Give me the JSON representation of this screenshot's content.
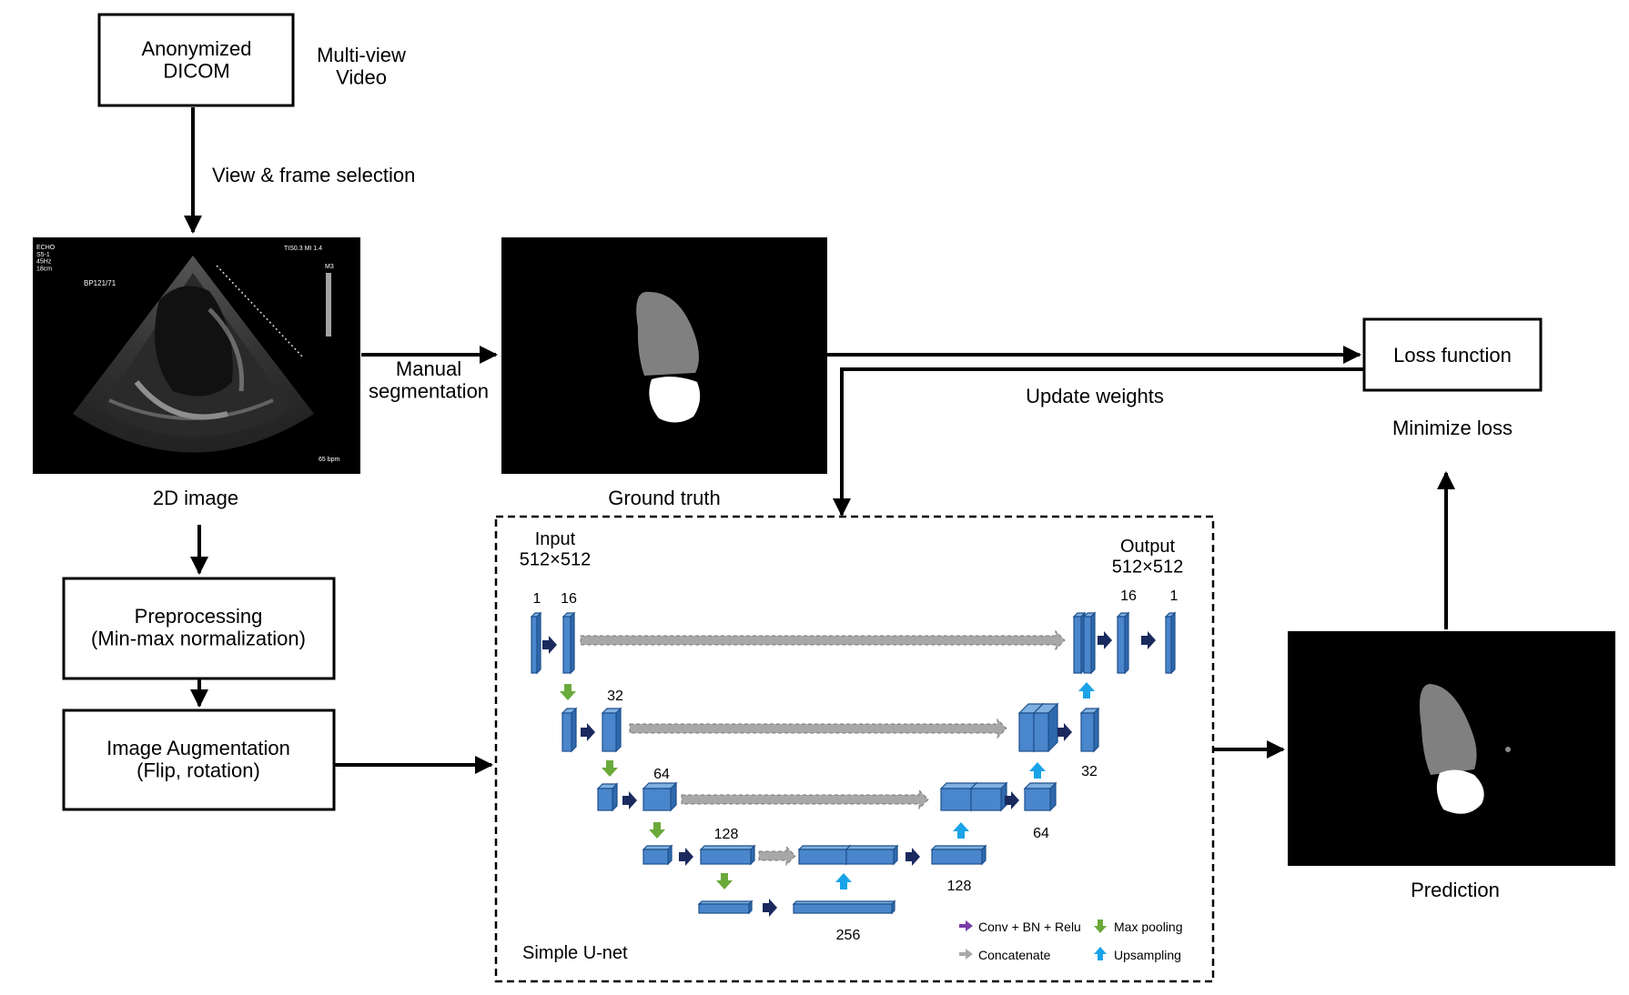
{
  "nodes": {
    "dicom": "Anonymized\nDICOM",
    "multiview": "Multi-view\nVideo",
    "view_selection": "View & frame selection",
    "image_2d": "2D image",
    "manual_seg": "Manual\nsegmentation",
    "ground_truth": "Ground truth",
    "loss_function": "Loss function",
    "minimize_loss": "Minimize loss",
    "update_weights": "Update weights",
    "preprocessing": "Preprocessing\n(Min-max normalization)",
    "augmentation": "Image Augmentation\n(Flip, rotation)",
    "prediction": "Prediction"
  },
  "unet": {
    "input": "Input\n512×512",
    "output": "Output\n512×512",
    "title": "Simple U-net",
    "channels": {
      "in1": "1",
      "in16": "16",
      "c32": "32",
      "c64": "64",
      "c128": "128",
      "c256": "256",
      "up128": "128",
      "up64": "64",
      "up32": "32",
      "out16": "16",
      "out1": "1"
    },
    "legend": {
      "conv": "Conv + BN + Relu",
      "maxpool": "Max pooling",
      "concat": "Concatenate",
      "upsample": "Upsampling"
    }
  },
  "echo": {
    "tl": "ECHO\nS5-1\n45Hz\n18cm",
    "bp": "BP121/71",
    "tis": "TIS0.3   MI 1.4",
    "m3": "M3",
    "bpm": "65 bpm"
  },
  "colors": {
    "block": "#4a86cc",
    "conv_arrow": "#1a2a5e",
    "maxpool_arrow": "#6aaa3a",
    "upsample_arrow": "#1aa3e8",
    "concat_arrow": "#a8a8a8",
    "legend_conv": "#7a3aa8",
    "gt_lv": "#808080",
    "gt_la": "#ffffff"
  }
}
